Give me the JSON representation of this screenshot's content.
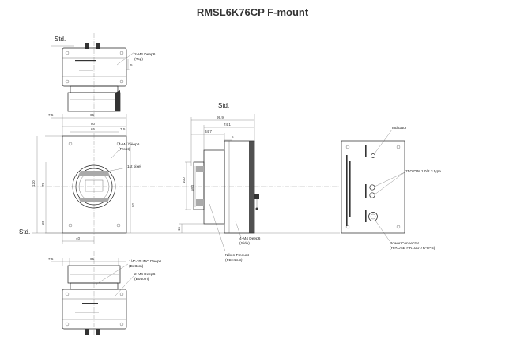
{
  "title": "RMSL6K76CP F-mount",
  "std_labels": {
    "top": "Std.",
    "side": "Std.",
    "left": "Std."
  },
  "dimensions": {
    "front_7_5": "7.5",
    "front_65": "65",
    "front_80": "80",
    "front_65b": "65",
    "front_7_5b": "7.5",
    "front_40": "40",
    "bottom_7_5": "7.5",
    "bottom_65": "65",
    "left_120": "120",
    "left_70": "70",
    "left_25": "25",
    "right_92": "92",
    "right_top_5": "5",
    "side_99_9": "99.9",
    "side_74_1": "74.1",
    "side_34_7": "34.7",
    "side_5": "5",
    "side_100": "100",
    "side_100b": "φ90",
    "side_15": "15"
  },
  "notes": {
    "top_tap": "2-M4 Deep6",
    "top_tap_sub": "(Top)",
    "front_tap": "4-M4 Deep6",
    "front_tap_sub": "(Front)",
    "first_pixel": "1st pixel",
    "bottom_unc": "1/4\"-20UNC Deep6",
    "bottom_unc_sub": "(Bottom)",
    "bottom_tap": "2-M4 Deep6",
    "bottom_tap_sub": "(Bottom)",
    "side_tap": "4-M4 Deep6",
    "side_tap_sub": "(Side)",
    "nikon": "Nikon Fmount",
    "nikon_sub": "(FB=46.5)",
    "indicator": "Indicator",
    "din": "75Ω DIN 1.0/2.3 type",
    "power": "Power Connector",
    "power_sub": "(HIROSE HR10G-7R-6PB)"
  }
}
